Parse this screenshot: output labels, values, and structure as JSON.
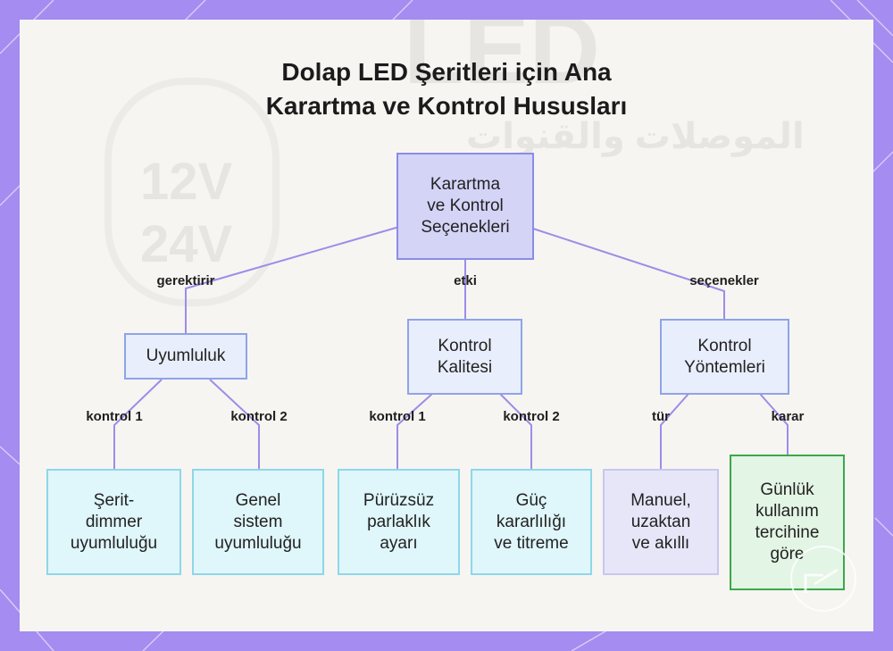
{
  "title_lines": [
    "Dolap LED Şeritleri için Ana",
    "Karartma ve Kontrol Hususları"
  ],
  "watermark": {
    "led": "LED",
    "v12": "12V",
    "v24": "24V",
    "arabic": "الموصلات والقنوات"
  },
  "nodes": {
    "root": "Karartma\nve Kontrol\nSeçenekleri",
    "uyumluluk": "Uyumluluk",
    "kalite": "Kontrol\nKalitesi",
    "yontemler": "Kontrol\nYöntemleri",
    "serit": "Şerit-\ndimmer\nuyumluluğu",
    "genel": "Genel\nsistem\nuyumluluğu",
    "puruzsuz": "Pürüzsüz\nparlaklık\nayarı",
    "guc": "Güç\nkararlılığı\nve titreme",
    "manuel": "Manuel,\nuzaktan\nve akıllı",
    "gunluk": "Günlük\nkullanım\ntercihine\ngöre"
  },
  "edge_labels": {
    "gerektirir": "gerektirir",
    "etki": "etki",
    "secenekler": "seçenekler",
    "u_kontrol1": "kontrol 1",
    "u_kontrol2": "kontrol 2",
    "k_kontrol1": "kontrol 1",
    "k_kontrol2": "kontrol 2",
    "tur": "tür",
    "karar": "karar"
  },
  "colors": {
    "background_frame": "#a48cf0",
    "connector": "#a08be8",
    "root_fill": "#d4d4f7",
    "leaf_fill": "#dff6fa",
    "decision_border": "#3aa84a"
  }
}
